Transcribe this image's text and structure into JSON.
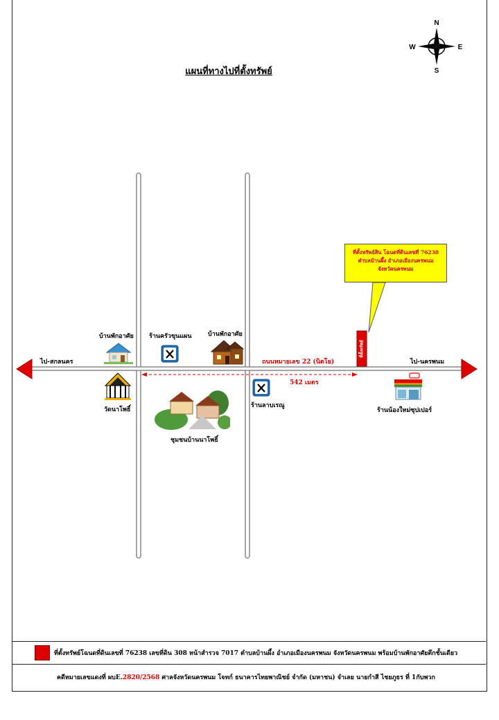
{
  "map": {
    "title": "แผนที่ทางไปที่ตั้งทรัพย์",
    "compass": {
      "n": "N",
      "s": "S",
      "e": "E",
      "w": "W"
    },
    "left_direction": "ไป-สกลนคร",
    "right_direction": "ไป-นครพนม",
    "road_name": "ถนนหมายเลข 22 (นิตโย)",
    "distance": "542 เมตร",
    "landmarks": {
      "house_left": "บ้านพักอาศัย",
      "restaurant_top": "ร้านครัวขุนแผน",
      "house_right": "บ้านพักอาศัย",
      "temple": "วัดนาโพธิ์",
      "community": "ชุมชนบ้านนาโพธิ์",
      "restaurant_bottom": "ร้านลาบเรณู",
      "store": "ร้านน้องใหม่ซุปเปอร์"
    },
    "property_marker_label": "ที่ตั้งทรัพย์",
    "callout": {
      "line1": "ที่ตั้งทรัพย์สิน โฉนดที่ดินเลขที่ 76238",
      "line2": "ตำบลบ้านผึ้ง อำเภอเมืองนครพนม",
      "line3": "จังหวัดนครพนม"
    }
  },
  "legend": {
    "description": "ที่ตั้งทรัพย์โฉนดที่ดินเลขที่ 76238 เลขที่ดิน 308 หน้าสำรวจ 7017 ตำบลบ้านผึ้ง อำเภอเมืองนครพนม จังหวัดนครพนม พร้อมบ้านพักอาศัยตึกชั้นเดียว",
    "case_prefix": "คดีหมายเลขแดงที่ ผบE.",
    "case_number": "2820/2568",
    "case_suffix": " ศาลจังหวัดนครพนม โจทก์ ธนาคารไทยพาณิชย์ จำกัด (มหาชน) จำเลย นายกำสี ไชยภูธร ที่ 1กับพวก",
    "marker_color": "#e00000"
  },
  "colors": {
    "arrow": "#e00000",
    "callout_bg": "#ffff00",
    "road": "#888888"
  }
}
